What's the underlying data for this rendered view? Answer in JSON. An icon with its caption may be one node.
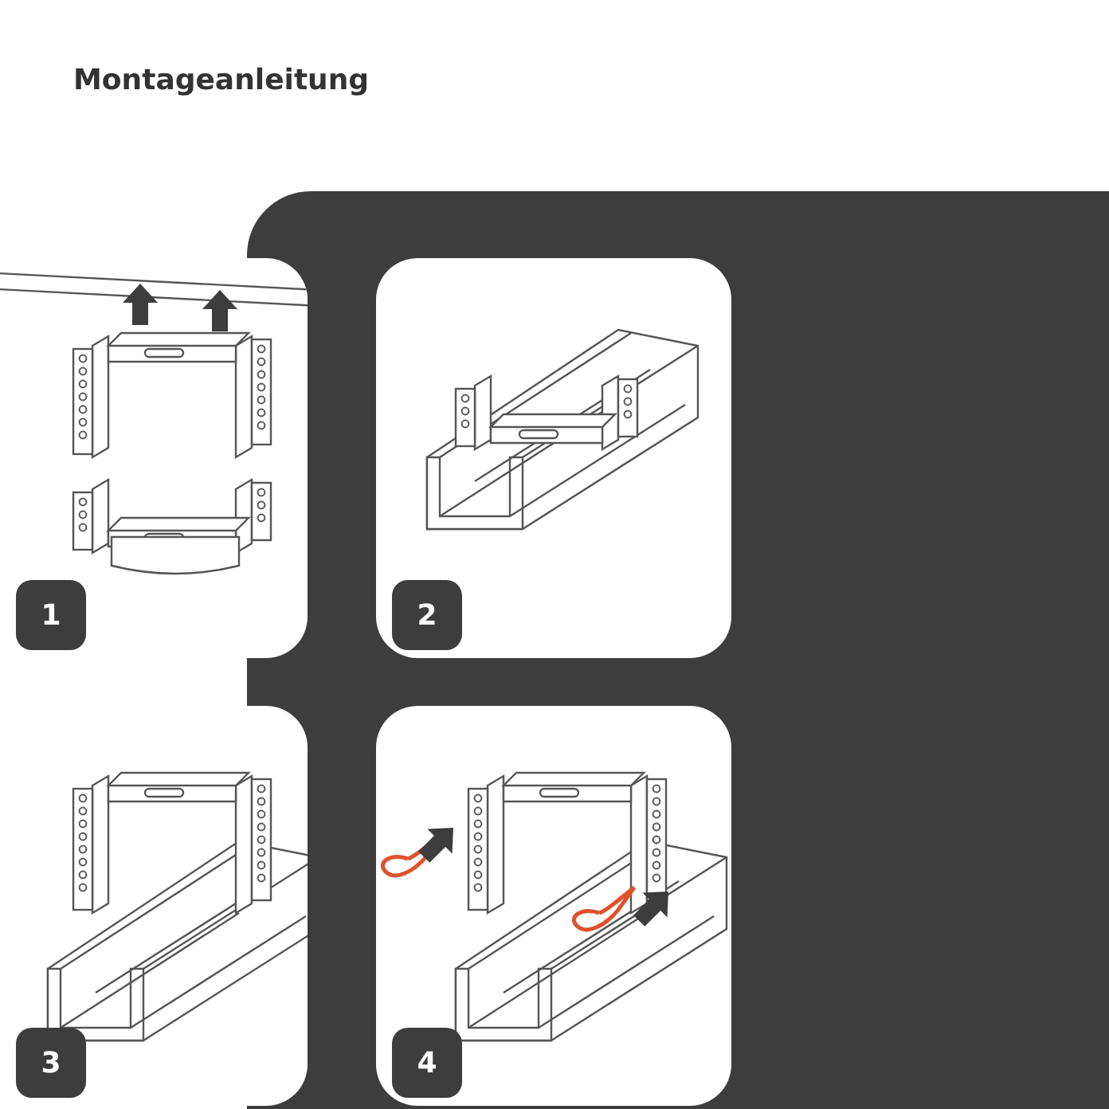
{
  "diagram": {
    "title": "Montageanleitung",
    "nodes": [
      {
        "text": [
          "1"
        ]
      },
      {
        "text": [
          "2"
        ]
      },
      {
        "text": [
          "3"
        ]
      },
      {
        "text": [
          "4"
        ]
      }
    ]
  }
}
